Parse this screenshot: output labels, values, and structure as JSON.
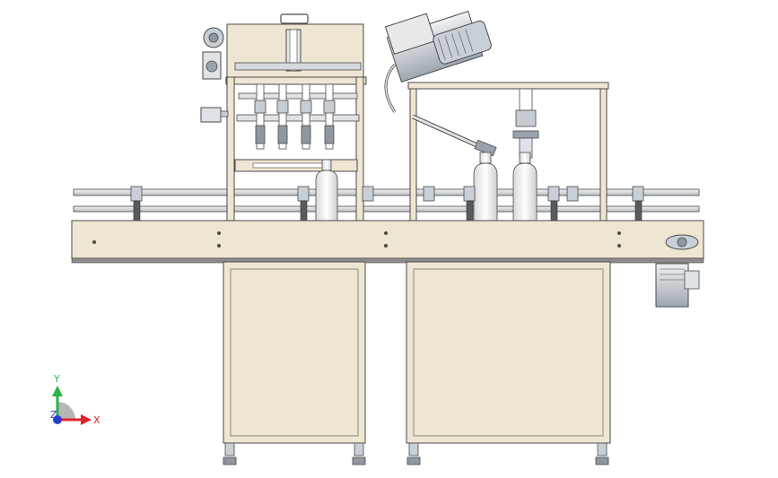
{
  "colors": {
    "background": "#ffffff",
    "frame": "#eee6d2",
    "frame_dark": "#dcd3bd",
    "line": "#4a4a4a",
    "metal": "#9aa3ad",
    "metal_light": "#c9cfd6",
    "motor": "#d9dde1",
    "axis_x": "#e0242b",
    "axis_y": "#2bb24a",
    "axis_z": "#2a3fcf",
    "triad_bg": "#b7b7b7"
  },
  "axis_triad": {
    "x_label": "X",
    "y_label": "Y",
    "z_label": "Z",
    "icon": "coordinate-triad-icon"
  }
}
